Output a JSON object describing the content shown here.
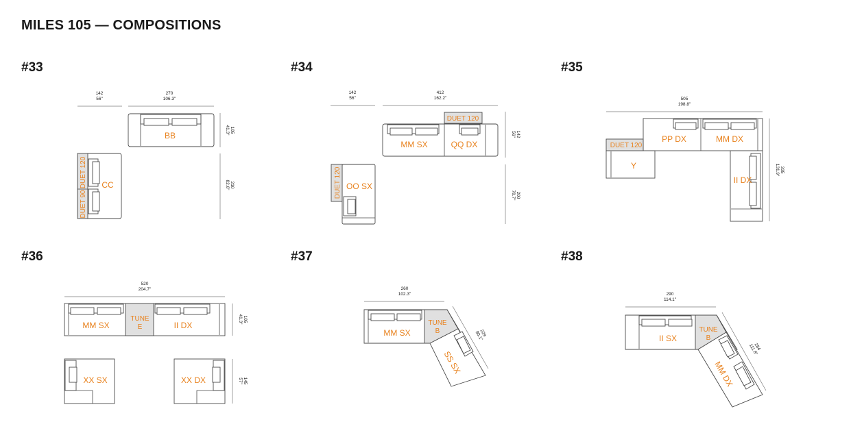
{
  "title": "MILES 105 — COMPOSITIONS",
  "compositions": [
    {
      "label": "#33",
      "dims": {
        "w1": "142",
        "w1_in": "56\"",
        "w2": "270",
        "w2_in": "106.3\"",
        "h1": "105",
        "h1_in": "41.3\"",
        "h2": "210",
        "h2_in": "82.6\""
      },
      "modules": [
        "BB",
        "CC",
        "DUET 120",
        "DUET 90"
      ]
    },
    {
      "label": "#34",
      "dims": {
        "w1": "142",
        "w1_in": "56\"",
        "w2": "412",
        "w2_in": "162.2\"",
        "h1": "142",
        "h1_in": "56\"",
        "h2": "200",
        "h2_in": "78.7\""
      },
      "modules": [
        "MM SX",
        "QQ DX",
        "DUET 120",
        "OO SX",
        "DUET 120"
      ]
    },
    {
      "label": "#35",
      "dims": {
        "w": "505",
        "w_in": "198.8\"",
        "h": "335",
        "h_in": "131.9\""
      },
      "modules": [
        "PP DX",
        "MM DX",
        "DUET 120",
        "Y",
        "II DX"
      ]
    },
    {
      "label": "#36",
      "dims": {
        "w": "520",
        "w_in": "204.7\"",
        "h1": "105",
        "h1_in": "41.3\"",
        "h2": "145",
        "h2_in": "57\""
      },
      "modules": [
        "MM SX",
        "TUNE",
        "E",
        "II DX",
        "XX SX",
        "XX DX"
      ]
    },
    {
      "label": "#37",
      "dims": {
        "w": "260",
        "w_in": "102.3\"",
        "d": "229",
        "d_in": "90.1\""
      },
      "modules": [
        "MM SX",
        "TUNE",
        "B",
        "SS SX"
      ]
    },
    {
      "label": "#38",
      "dims": {
        "w": "290",
        "w_in": "114.1\"",
        "d": "284",
        "d_in": "111.8\""
      },
      "modules": [
        "II SX",
        "TUNE",
        "B",
        "MM DX"
      ]
    }
  ]
}
